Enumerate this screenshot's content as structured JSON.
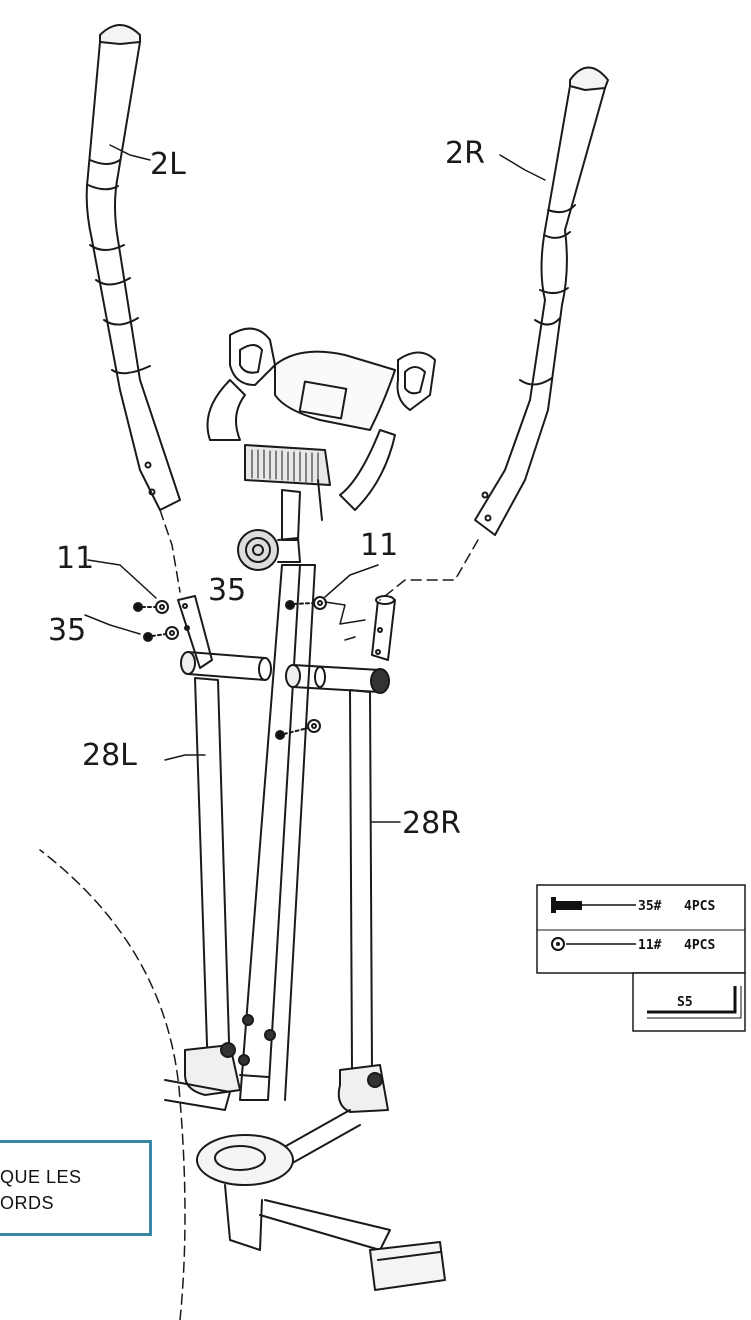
{
  "labels": {
    "handle_left": "2L",
    "handle_right": "2R",
    "washer_left": "11",
    "washer_right": "11",
    "bolt_left": "35",
    "bolt_right": "35",
    "arm_left": "28L",
    "arm_right": "28R"
  },
  "hardware": {
    "bolt": {
      "code": "35#",
      "qty": "4PCS"
    },
    "washer": {
      "code": "11#",
      "qty": "4PCS"
    },
    "tool": {
      "code": "S5"
    }
  },
  "note": {
    "line1": "QUE LES",
    "line2": "ORDS"
  },
  "colors": {
    "ink": "#1a1a1a",
    "note_border": "#3b87a8"
  }
}
